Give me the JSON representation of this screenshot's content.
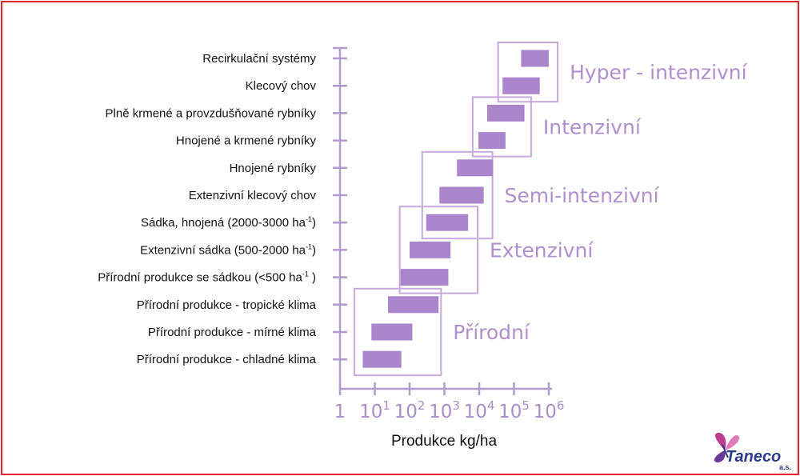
{
  "chart_data": {
    "type": "bar",
    "orientation": "horizontal-range",
    "xscale": "log",
    "xlabel": "Produkce kg/ha",
    "xticks": [
      {
        "value": 1,
        "base": "1",
        "exp": ""
      },
      {
        "value": 10,
        "base": "10",
        "exp": "1"
      },
      {
        "value": 100,
        "base": "10",
        "exp": "2"
      },
      {
        "value": 1000,
        "base": "10",
        "exp": "3"
      },
      {
        "value": 10000,
        "base": "10",
        "exp": "4"
      },
      {
        "value": 100000,
        "base": "10",
        "exp": "5"
      },
      {
        "value": 1000000,
        "base": "10",
        "exp": "6"
      }
    ],
    "xlim": [
      1,
      1000000
    ],
    "categories": [
      {
        "label": "Recirkulační systémy",
        "sup": "",
        "tail": "",
        "range": [
          160000,
          1000000
        ]
      },
      {
        "label": "Klecový chov",
        "sup": "",
        "tail": "",
        "range": [
          47000,
          550000
        ]
      },
      {
        "label": "Plně krmené a provzdušňované rybníky",
        "sup": "",
        "tail": "",
        "range": [
          17000,
          200000
        ]
      },
      {
        "label": "Hnojené a krmené rybníky",
        "sup": "",
        "tail": "",
        "range": [
          9500,
          57000
        ]
      },
      {
        "label": "Hnojené rybníky",
        "sup": "",
        "tail": "",
        "range": [
          2300,
          25000
        ]
      },
      {
        "label": "Extenzivní klecový chov",
        "sup": "",
        "tail": "",
        "range": [
          720,
          13500
        ]
      },
      {
        "label": "Sádka, hnojená (2000-3000 ha",
        "sup": "-1",
        "tail": ")",
        "range": [
          300,
          4800
        ]
      },
      {
        "label": "Extenzivní sádka (500-2000 ha",
        "sup": "-1",
        "tail": ")",
        "range": [
          100,
          1500
        ]
      },
      {
        "label": "Přírodní produkce se sádkou (<500 ha",
        "sup": "-1",
        "tail": " )",
        "range": [
          55,
          1300
        ]
      },
      {
        "label": "Přírodní produkce - tropické klima",
        "sup": "",
        "tail": "",
        "range": [
          24,
          680
        ]
      },
      {
        "label": "Přírodní produkce - mírné klima",
        "sup": "",
        "tail": "",
        "range": [
          8,
          120
        ]
      },
      {
        "label": "Přírodní produkce - chladné klima",
        "sup": "",
        "tail": "",
        "range": [
          4.5,
          58
        ]
      }
    ],
    "groups": [
      {
        "name": "Hyper - intenzivní",
        "x_range": [
          35000,
          1800000
        ],
        "rows": [
          0,
          1
        ]
      },
      {
        "name": "Intenzivní",
        "x_range": [
          6500,
          310000
        ],
        "rows": [
          2,
          3
        ]
      },
      {
        "name": "Semi-intenzivní",
        "x_range": [
          230,
          24000
        ],
        "rows": [
          4,
          6
        ]
      },
      {
        "name": "Extenzivní",
        "x_range": [
          52,
          9000
        ],
        "rows": [
          6,
          8
        ]
      },
      {
        "name": "Přírodní",
        "x_range": [
          2.6,
          800
        ],
        "rows": [
          9,
          11
        ]
      }
    ],
    "grid": false,
    "colors": {
      "bar": "#aa85cb",
      "box": "#c7a9db",
      "axis": "#b39bd0",
      "text": "#111111",
      "group_text": "#b08fce"
    }
  },
  "logo": {
    "name": "Taneco",
    "sub": "a.s.",
    "icon": "butterfly-icon"
  },
  "frame_color": "#e3262d"
}
